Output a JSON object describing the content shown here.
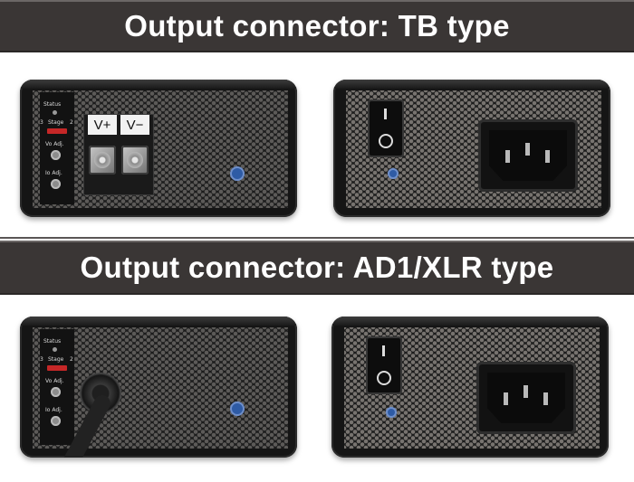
{
  "banners": {
    "tb_type": "Output connector: TB type",
    "xlr_type": "Output connector: AD1/XLR type"
  },
  "unit_labels": {
    "status": "Status",
    "stage_switch": "Stage",
    "stage_1": "3",
    "stage_2": "2",
    "vo_adj": "Vo Adj.",
    "io_adj": "Io Adj."
  },
  "terminals": {
    "positive": "V+",
    "negative": "V−"
  },
  "rocker_switch": {
    "on_symbol": "I",
    "off_symbol": "O"
  },
  "colors": {
    "banner_bg": "#3a3635",
    "banner_text": "#ffffff",
    "stage_switch": "#c52727",
    "trim_pot": "#2e5ba5"
  }
}
